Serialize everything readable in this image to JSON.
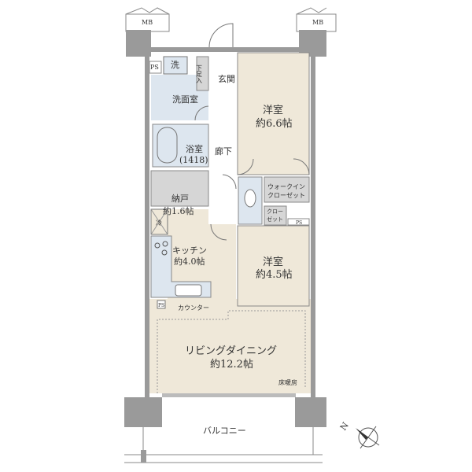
{
  "units": {
    "mb_left": "MB",
    "mb_right": "MB",
    "ps_top": "PS",
    "washer": "洗",
    "shoe_storage": "下足入",
    "entrance": "玄関",
    "washroom": "洗面室",
    "bath": "浴室",
    "bath_size": "(1418)",
    "hallway": "廊下",
    "western_room_1": {
      "name": "洋室",
      "size": "約6.6帖"
    },
    "storage": {
      "name": "納戸",
      "size": "約1.6帖"
    },
    "walk_in_closet": [
      "ウォークイン",
      "クローゼット"
    ],
    "closet": [
      "クロー",
      "ゼット"
    ],
    "ps_closet": "PS",
    "fridge": "冷",
    "kitchen": {
      "name": "キッチン",
      "size": "約4.0帖"
    },
    "western_room_2": {
      "name": "洋室",
      "size": "約4.5帖"
    },
    "ps_kitchen": "PS",
    "counter": "カウンター",
    "living_dining": {
      "name": "リビングダイニング",
      "size": "約12.2帖"
    },
    "floor_heating": "床暖房",
    "balcony": "バルコニー",
    "compass": "N"
  },
  "colors": {
    "room": "#efe8d9",
    "wet": "#dde6ef",
    "storage": "#d6d6d6",
    "wall": "#9a9a9a"
  }
}
